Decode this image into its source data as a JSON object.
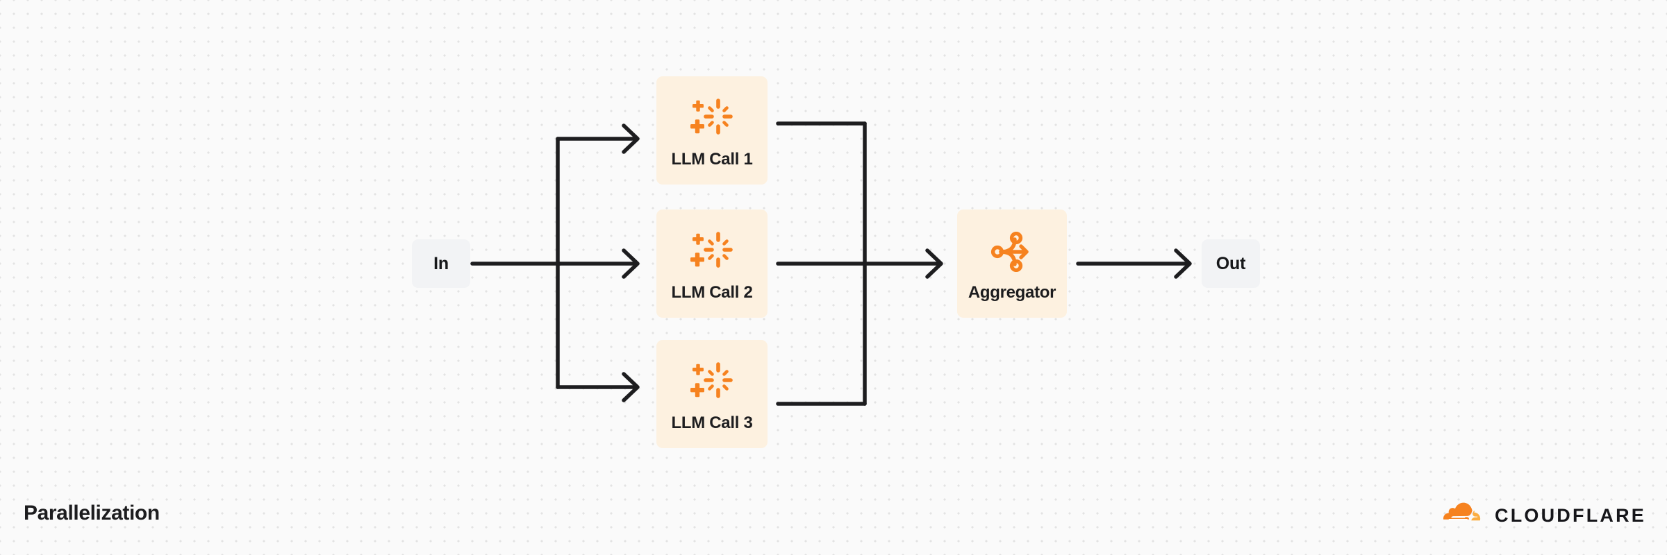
{
  "diagram": {
    "title": "Parallelization",
    "background_color": "#fafafa",
    "dot_color": "#e3e3e3",
    "accent_color": "#f6821f",
    "card_color": "#fdf1e0",
    "io_color": "#f2f3f5",
    "wire_color": "#1d1d1f",
    "nodes": [
      {
        "id": "in",
        "label": "In",
        "kind": "io",
        "icon": null
      },
      {
        "id": "llm1",
        "label": "LLM Call 1",
        "kind": "card",
        "icon": "sparkle-icon"
      },
      {
        "id": "llm2",
        "label": "LLM Call 2",
        "kind": "card",
        "icon": "sparkle-icon"
      },
      {
        "id": "llm3",
        "label": "LLM Call 3",
        "kind": "card",
        "icon": "sparkle-icon"
      },
      {
        "id": "agg",
        "label": "Aggregator",
        "kind": "aggregator",
        "icon": "aggregator-icon"
      },
      {
        "id": "out",
        "label": "Out",
        "kind": "io",
        "icon": null
      }
    ],
    "edges": [
      {
        "from": "in",
        "to": "llm1"
      },
      {
        "from": "in",
        "to": "llm2"
      },
      {
        "from": "in",
        "to": "llm3"
      },
      {
        "from": "llm1",
        "to": "agg"
      },
      {
        "from": "llm2",
        "to": "agg"
      },
      {
        "from": "llm3",
        "to": "agg"
      },
      {
        "from": "agg",
        "to": "out"
      }
    ]
  },
  "brand": {
    "name": "CLOUDFLARE",
    "logo_icon": "cloudflare-cloud-icon",
    "cloud_primary": "#f6821f",
    "cloud_secondary": "#fbad41"
  }
}
